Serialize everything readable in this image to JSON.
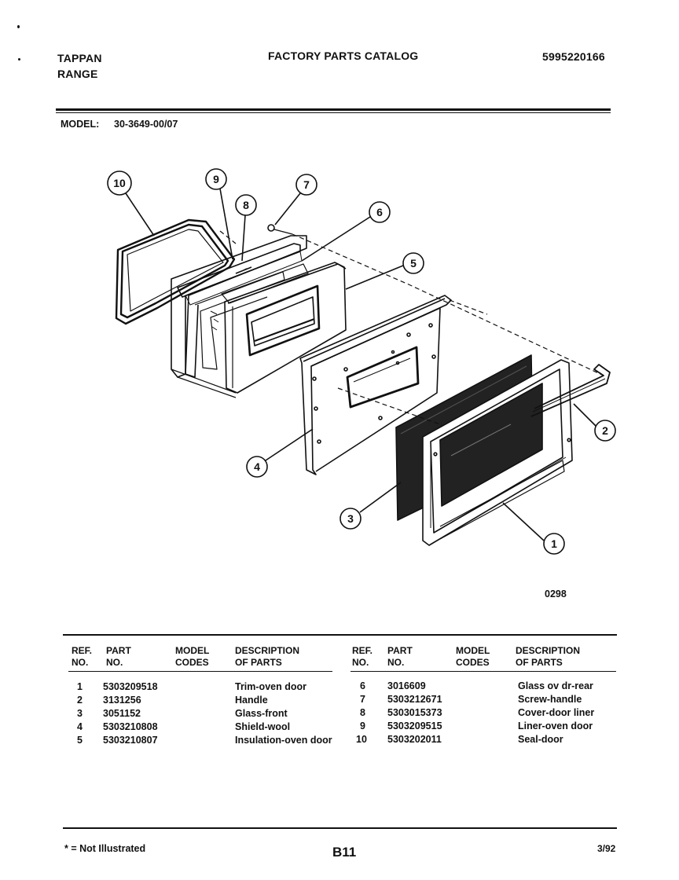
{
  "header": {
    "brand_line1": "TAPPAN",
    "brand_line2": "RANGE",
    "title": "FACTORY PARTS CATALOG",
    "catalog_number": "5995220166",
    "model_label": "MODEL:",
    "model_value": "30-3649-00/07"
  },
  "diagram": {
    "callouts": [
      "1",
      "2",
      "3",
      "4",
      "5",
      "6",
      "7",
      "8",
      "9",
      "10"
    ],
    "figure_code": "0298"
  },
  "table": {
    "headers": {
      "ref_l1": "REF.",
      "ref_l2": "NO.",
      "part_l1": "PART",
      "part_l2": "NO.",
      "model_l1": "MODEL",
      "model_l2": "CODES",
      "desc_l1": "DESCRIPTION",
      "desc_l2": "OF PARTS"
    },
    "left_rows": [
      {
        "ref": "1",
        "part": "5303209518",
        "desc": "Trim-oven door"
      },
      {
        "ref": "2",
        "part": "3131256",
        "desc": "Handle"
      },
      {
        "ref": "3",
        "part": "3051152",
        "desc": "Glass-front"
      },
      {
        "ref": "4",
        "part": "5303210808",
        "desc": "Shield-wool"
      },
      {
        "ref": "5",
        "part": "5303210807",
        "desc": "Insulation-oven door"
      }
    ],
    "right_rows": [
      {
        "ref": "6",
        "part": "3016609",
        "desc": "Glass ov dr-rear"
      },
      {
        "ref": "7",
        "part": "5303212671",
        "desc": "Screw-handle"
      },
      {
        "ref": "8",
        "part": "5303015373",
        "desc": "Cover-door liner"
      },
      {
        "ref": "9",
        "part": "5303209515",
        "desc": "Liner-oven door"
      },
      {
        "ref": "10",
        "part": "5303202011",
        "desc": "Seal-door"
      }
    ]
  },
  "footer": {
    "note": "* = Not Illustrated",
    "page": "B11",
    "date": "3/92"
  }
}
